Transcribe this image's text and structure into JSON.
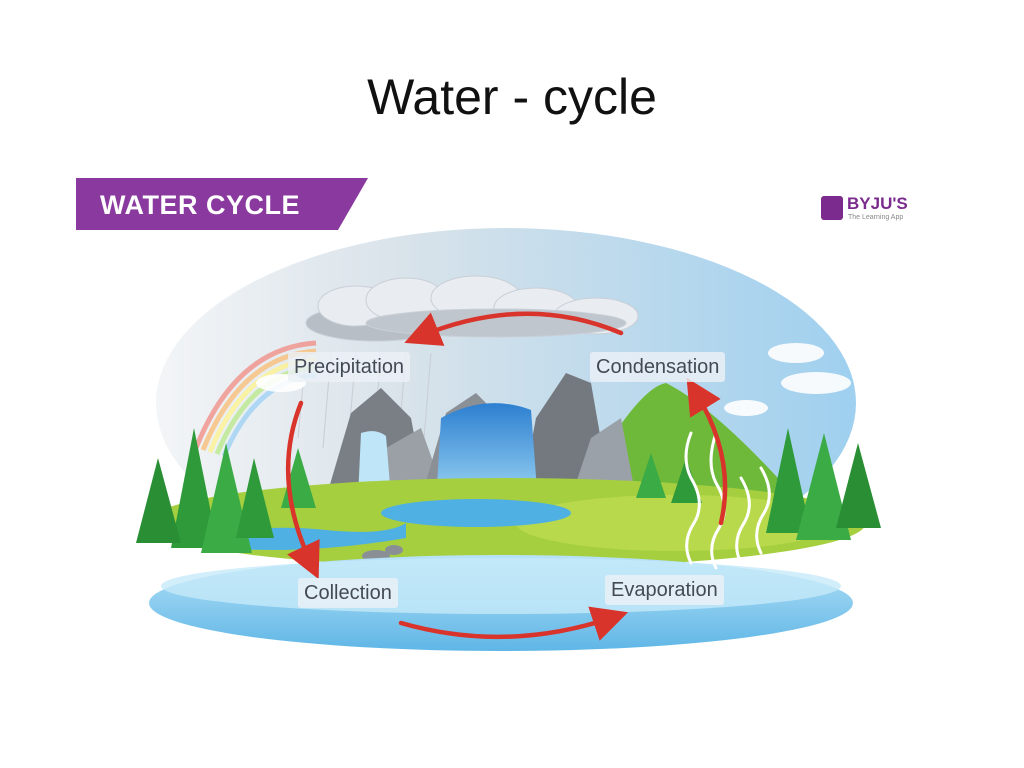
{
  "slide": {
    "title": "Water - cycle"
  },
  "diagram": {
    "banner": "WATER CYCLE",
    "logo": {
      "name": "BYJU'S",
      "tagline": "The Learning App"
    },
    "stages": {
      "precipitation": "Precipitation",
      "condensation": "Condensation",
      "collection": "Collection",
      "evaporation": "Evaporation"
    },
    "colors": {
      "banner": "#8a3a9e",
      "arrow": "#d9342b",
      "sky": "#a8d4ee",
      "water": "#7cc6ee",
      "grass": "#a6cf3f",
      "trees": "#2e9a3a",
      "rock": "#7a7f86"
    }
  }
}
